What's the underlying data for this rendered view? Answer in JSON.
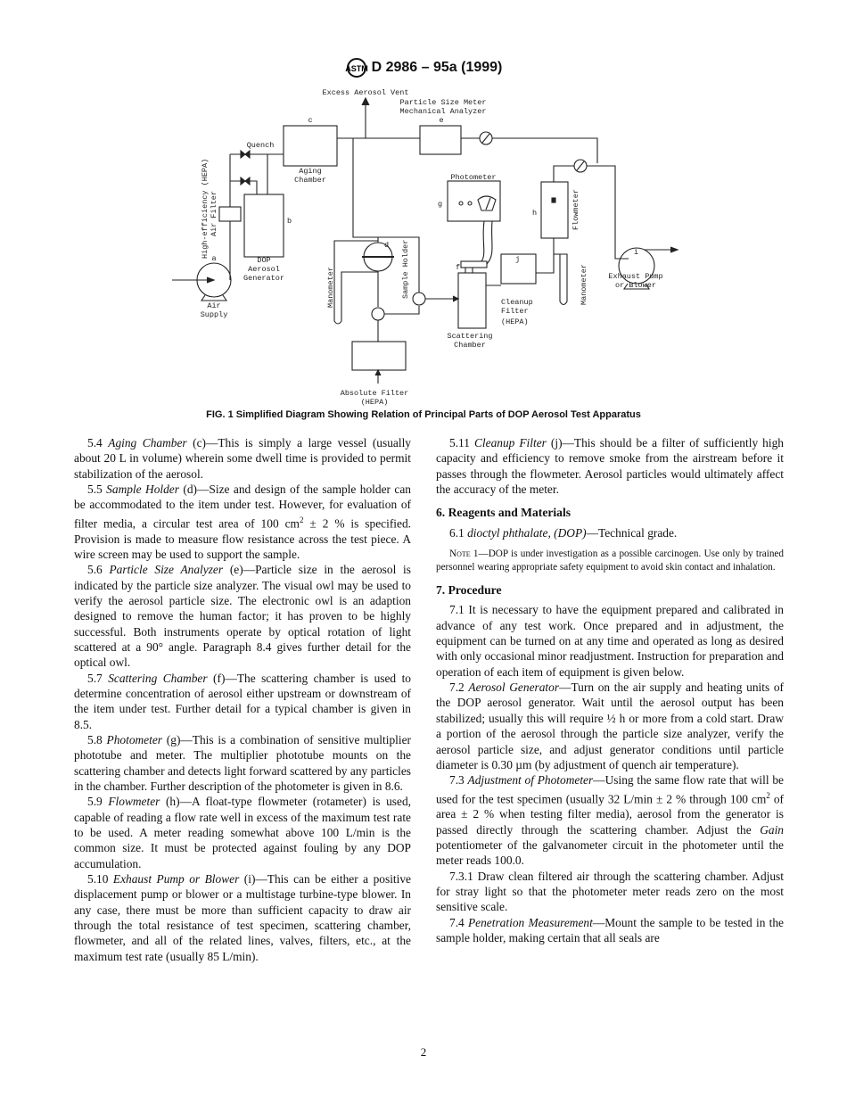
{
  "header": {
    "designation": "D 2986 – 95a (1999)",
    "logo_text": "ASTM"
  },
  "figure": {
    "caption": "FIG. 1 Simplified Diagram Showing Relation of Principal Parts of DOP Aerosol Test Apparatus",
    "labels": {
      "vent": "Excess Aerosol Vent",
      "psm1": "Particle Size Meter",
      "psm2": "Mechanical Analyzer",
      "c": "c",
      "e": "e",
      "quench": "Quench",
      "aging1": "Aging",
      "aging2": "Chamber",
      "hepa1": "High-efficiency (HEPA)",
      "hepa2": "Air Filter",
      "b": "b",
      "dop1": "DOP",
      "dop2": "Aerosol",
      "dop3": "Generator",
      "a": "a",
      "air1": "Air",
      "air2": "Supply",
      "photometer": "Photometer",
      "g": "g",
      "d": "d",
      "manometer": "Manometer",
      "sample_holder": "Sample Holder",
      "f": "f",
      "sc1": "Scattering",
      "sc2": "Chamber",
      "j": "j",
      "cf1": "Cleanup",
      "cf2": "Filter",
      "cf3": "(HEPA)",
      "h": "h",
      "flowmeter": "Flowmeter",
      "manometer2": "Manometer",
      "i": "i",
      "ex1": "Exhaust Pump",
      "ex2": "or Blower",
      "abs1": "Absolute Filter",
      "abs2": "(HEPA)"
    }
  },
  "left_column": [
    {
      "type": "p",
      "segs": [
        {
          "t": "5.4 "
        },
        {
          "t": "Aging Chamber",
          "i": true
        },
        {
          "t": " (c)—This is simply a large vessel (usually about 20 L in volume) wherein some dwell time is provided to permit stabilization of the aerosol."
        }
      ]
    },
    {
      "type": "p",
      "segs": [
        {
          "t": "5.5 "
        },
        {
          "t": "Sample Holder",
          "i": true
        },
        {
          "t": " (d)—Size and design of the sample holder can be accommodated to the item under test. However, for evaluation of filter media, a circular test area of 100 cm"
        },
        {
          "t": "2",
          "sup": true
        },
        {
          "t": " ± 2 % is specified. Provision is made to measure flow resistance across the test piece. A wire screen may be used to support the sample."
        }
      ]
    },
    {
      "type": "p",
      "segs": [
        {
          "t": "5.6 "
        },
        {
          "t": "Particle Size Analyzer",
          "i": true
        },
        {
          "t": " (e)—Particle size in the aerosol is indicated by the particle size analyzer. The visual owl may be used to verify the aerosol particle size. The electronic owl is an adaption designed to remove the human factor; it has proven to be highly successful. Both instruments operate by optical rotation of light scattered at a 90° angle. Paragraph 8.4 gives further detail for the optical owl."
        }
      ]
    },
    {
      "type": "p",
      "segs": [
        {
          "t": "5.7 "
        },
        {
          "t": "Scattering Chamber",
          "i": true
        },
        {
          "t": " (f)—The scattering chamber is used to determine concentration of aerosol either upstream or downstream of the item under test. Further detail for a typical chamber is given in 8.5."
        }
      ]
    },
    {
      "type": "p",
      "segs": [
        {
          "t": "5.8 "
        },
        {
          "t": "Photometer",
          "i": true
        },
        {
          "t": " (g)—This is a combination of sensitive multiplier phototube and meter. The multiplier phototube mounts on the scattering chamber and detects light forward scattered by any particles in the chamber. Further description of the photometer is given in 8.6."
        }
      ]
    },
    {
      "type": "p",
      "segs": [
        {
          "t": "5.9 "
        },
        {
          "t": "Flowmeter",
          "i": true
        },
        {
          "t": " (h)—A float-type flowmeter (rotameter) is used, capable of reading a flow rate well in excess of the maximum test rate to be used. A meter reading somewhat above 100 L/min is the common size. It must be protected against fouling by any DOP accumulation."
        }
      ]
    },
    {
      "type": "p",
      "segs": [
        {
          "t": "5.10 "
        },
        {
          "t": "Exhaust Pump or Blower",
          "i": true
        },
        {
          "t": " (i)—This can be either a positive displacement pump or blower or a multistage turbine-type blower. In any case, there must be more than sufficient capacity to draw air through the total resistance of test specimen, scattering chamber, flowmeter, and all of the related lines, valves, filters, etc., at the maximum test rate (usually 85 L/min)."
        }
      ]
    }
  ],
  "right_column": [
    {
      "type": "p",
      "segs": [
        {
          "t": "5.11 "
        },
        {
          "t": "Cleanup Filter",
          "i": true
        },
        {
          "t": " (j)—This should be a filter of sufficiently high capacity and efficiency to remove smoke from the airstream before it passes through the flowmeter. Aerosol particles would ultimately affect the accuracy of the meter."
        }
      ]
    },
    {
      "type": "h",
      "segs": [
        {
          "t": "6. Reagents and Materials"
        }
      ]
    },
    {
      "type": "p",
      "segs": [
        {
          "t": "6.1 "
        },
        {
          "t": "dioctyl phthalate, (DOP)",
          "i": true
        },
        {
          "t": "—Technical grade."
        }
      ]
    },
    {
      "type": "note",
      "segs": [
        {
          "t": "Note",
          "sc": true
        },
        {
          "t": " 1—DOP is under investigation as a possible carcinogen. Use only by trained personnel wearing appropriate safety equipment to avoid skin contact and inhalation."
        }
      ]
    },
    {
      "type": "h",
      "segs": [
        {
          "t": "7. Procedure"
        }
      ]
    },
    {
      "type": "p",
      "segs": [
        {
          "t": "7.1 It is necessary to have the equipment prepared and calibrated in advance of any test work. Once prepared and in adjustment, the equipment can be turned on at any time and operated as long as desired with only occasional minor readjustment. Instruction for preparation and operation of each item of equipment is given below."
        }
      ]
    },
    {
      "type": "p",
      "segs": [
        {
          "t": "7.2 "
        },
        {
          "t": "Aerosol Generator",
          "i": true
        },
        {
          "t": "—Turn on the air supply and heating units of the DOP aerosol generator. Wait until the aerosol output has been stabilized; usually this will require ½ h or more from a cold start. Draw a portion of the aerosol through the particle size analyzer, verify the aerosol particle size, and adjust generator conditions until particle diameter is 0.30 µm (by adjustment of quench air temperature)."
        }
      ]
    },
    {
      "type": "p",
      "segs": [
        {
          "t": "7.3 "
        },
        {
          "t": "Adjustment of Photometer",
          "i": true
        },
        {
          "t": "—Using the same flow rate that will be used for the test specimen (usually 32 L/min ± 2 % through 100 cm"
        },
        {
          "t": "2",
          "sup": true
        },
        {
          "t": " of area ± 2 % when testing filter media), aerosol from the generator is passed directly through the scattering chamber. Adjust the "
        },
        {
          "t": "Gain",
          "i": true
        },
        {
          "t": " potentiometer of the galvanometer circuit in the photometer until the meter reads 100.0."
        }
      ]
    },
    {
      "type": "p",
      "segs": [
        {
          "t": "7.3.1 Draw clean filtered air through the scattering chamber. Adjust for stray light so that the photometer meter reads zero on the most sensitive scale."
        }
      ]
    },
    {
      "type": "p",
      "segs": [
        {
          "t": "7.4 "
        },
        {
          "t": "Penetration Measurement",
          "i": true
        },
        {
          "t": "—Mount the sample to be tested in the sample holder, making certain that all seals are"
        }
      ]
    }
  ],
  "footer": {
    "page_number": "2"
  }
}
